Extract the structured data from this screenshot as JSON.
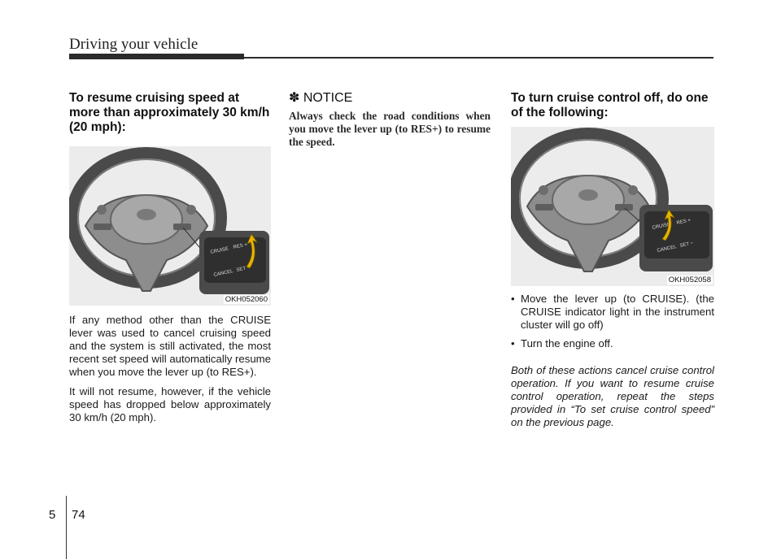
{
  "header": {
    "section_title": "Driving your vehicle"
  },
  "col1": {
    "heading": "To resume cruising speed at more than approximately 30 km/h (20 mph):",
    "figure_code": "OKH052060",
    "lever_labels": {
      "cruise": "CRUISE",
      "res": "RES +",
      "cancel": "CANCEL",
      "set": "SET −"
    },
    "para1": "If any method other than the CRUISE lever was used to cancel cruising speed and the system is still activated, the most recent set speed will automatically resume when you move the lever up (to RES+).",
    "para2": "It will not resume, however, if the vehicle speed has dropped below approximately 30 km/h (20 mph)."
  },
  "col2": {
    "notice_title": "✽ NOTICE",
    "notice_body": "Always check the road conditions when you move the lever up (to RES+) to resume the speed."
  },
  "col3": {
    "heading": "To turn cruise control off, do one of the following:",
    "figure_code": "OKH052058",
    "lever_labels": {
      "cruise": "CRUISE",
      "res": "RES +",
      "cancel": "CANCEL",
      "set": "SET −"
    },
    "bullets": [
      "Move the lever up (to CRUISE). (the CRUISE indicator light in the instrument cluster will go off)",
      "Turn the engine off."
    ],
    "italic_note": "Both of these actions cancel cruise control operation. If you want to resume cruise control operation, repeat the steps provided in “To set cruise control speed” on the previous page."
  },
  "footer": {
    "chapter": "5",
    "page": "74"
  }
}
